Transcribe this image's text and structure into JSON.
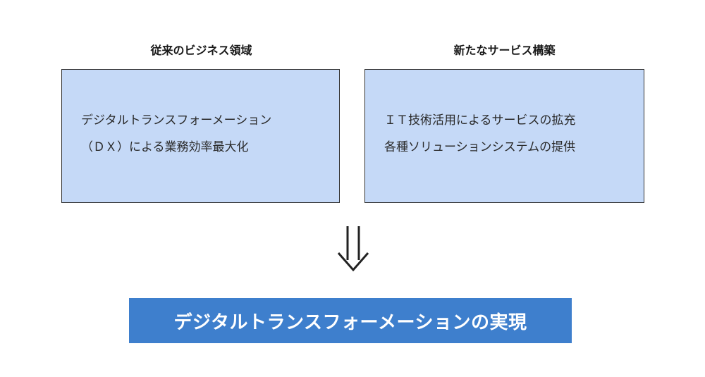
{
  "left_panel": {
    "heading": "従来のビジネス領域",
    "lines": [
      "デジタルトランスフォーメーション",
      "（ＤＸ）による業務効率最大化"
    ]
  },
  "right_panel": {
    "heading": "新たなサービス構築",
    "lines": [
      "ＩＴ技術活用によるサービスの拡充",
      "各種ソリューションシステムの提供"
    ]
  },
  "result": {
    "label": "デジタルトランスフォーメーションの実現"
  },
  "colors": {
    "panel_fill": "#c5d9f7",
    "panel_border": "#333333",
    "banner_fill": "#3e7fcd",
    "banner_text": "#ffffff"
  },
  "icons": {
    "arrow": "double-down-arrow-icon"
  }
}
